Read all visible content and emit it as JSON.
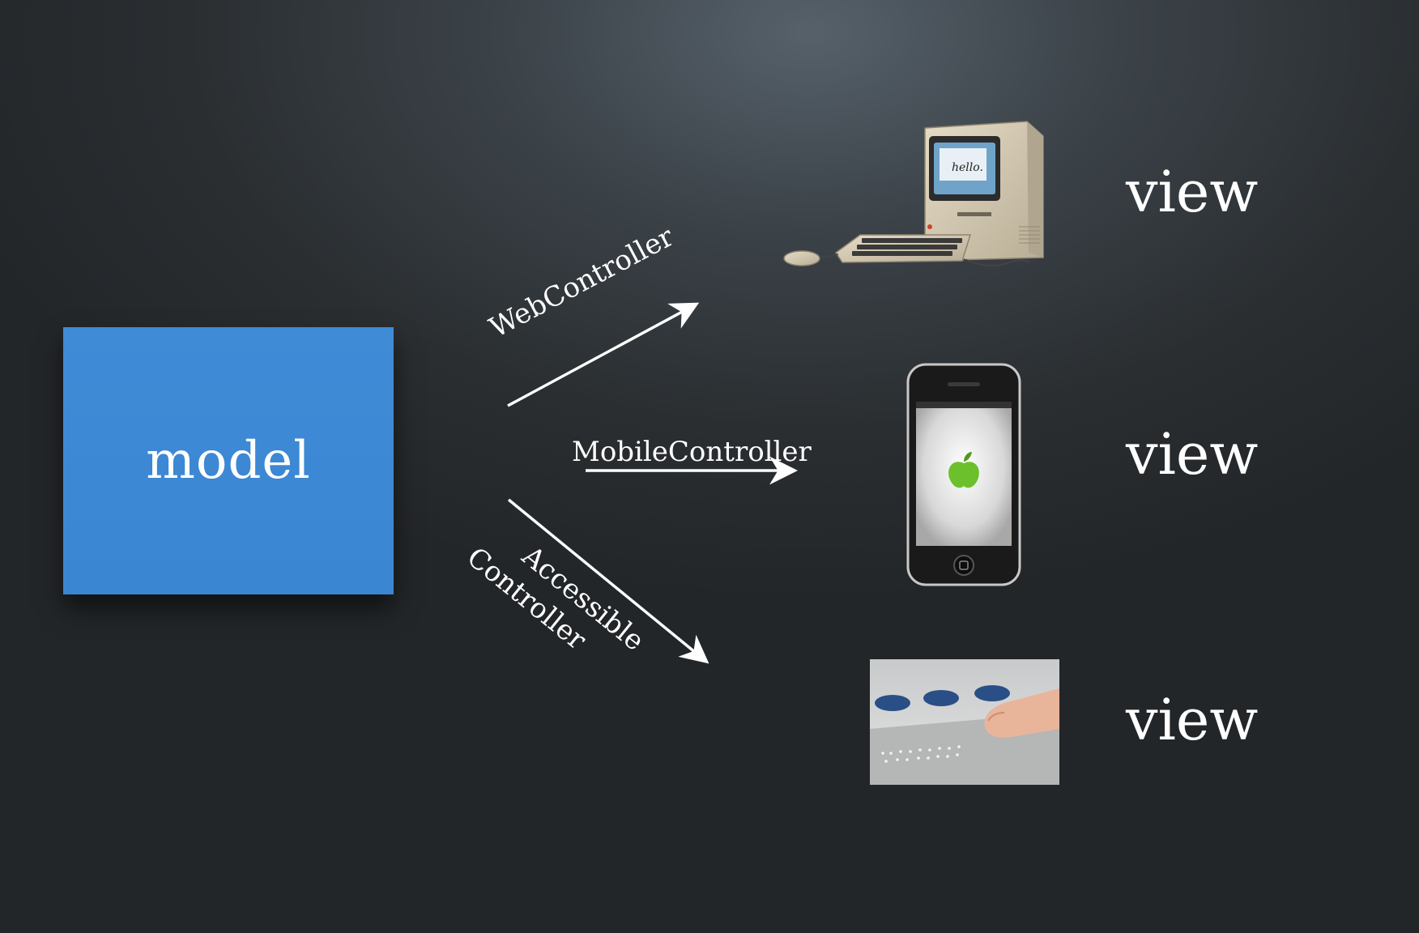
{
  "model": {
    "label": "model",
    "color": "#3f8bd6"
  },
  "controllers": [
    {
      "label": "WebController"
    },
    {
      "label": "MobileController"
    },
    {
      "label_line1": "Accessible",
      "label_line2": "Controller"
    }
  ],
  "views": [
    {
      "label": "view",
      "device_icon": "desktop-computer-icon",
      "screen_text": "hello."
    },
    {
      "label": "view",
      "device_icon": "smartphone-icon"
    },
    {
      "label": "view",
      "device_icon": "braille-display-icon"
    }
  ],
  "colors": {
    "background": "#2f3337",
    "arrow": "#ffffff",
    "text": "#ffffff"
  }
}
